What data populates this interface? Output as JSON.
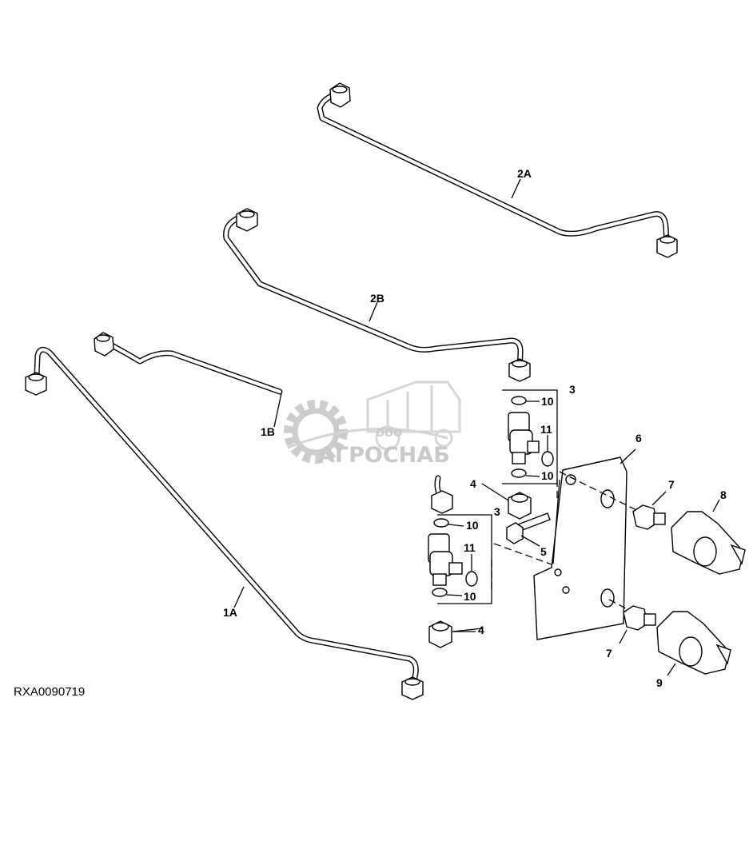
{
  "drawing_code": "RXA0090719",
  "watermark": {
    "prefix": "ООО",
    "name": "АГРОСНАБ"
  },
  "callouts": {
    "pipe_1a": "1A",
    "pipe_1b": "1B",
    "pipe_2a": "2A",
    "pipe_2b": "2B",
    "fitting_upper": "3",
    "fitting_lower": "3",
    "nut_upper": "4",
    "nut_lower": "4",
    "bolt": "5",
    "bracket": "6",
    "coupler_upper": "7",
    "coupler_lower": "7",
    "valve_upper": "8",
    "valve_lower": "9",
    "oring_upper_top": "10",
    "oring_upper_bottom": "10",
    "oring_lower_top": "10",
    "oring_lower_bottom": "10",
    "seal_upper": "11",
    "seal_lower": "11"
  }
}
